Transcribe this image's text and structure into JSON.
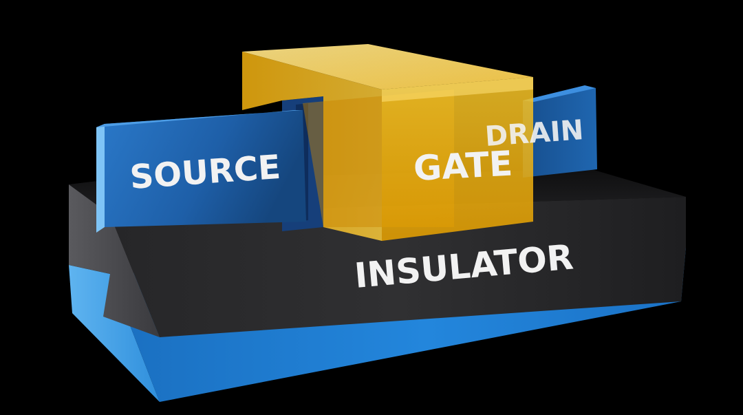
{
  "labels": {
    "source": "SOURCE",
    "gate": "GATE",
    "drain": "DRAIN",
    "insulator": "INSULATOR"
  },
  "colors": {
    "background": "#000000",
    "substrate": "#1e7fd0",
    "insulator": "#1c1c1c",
    "channel": "#1d5fa6",
    "gate": "#f5b800",
    "label": "#f2f2f2"
  }
}
